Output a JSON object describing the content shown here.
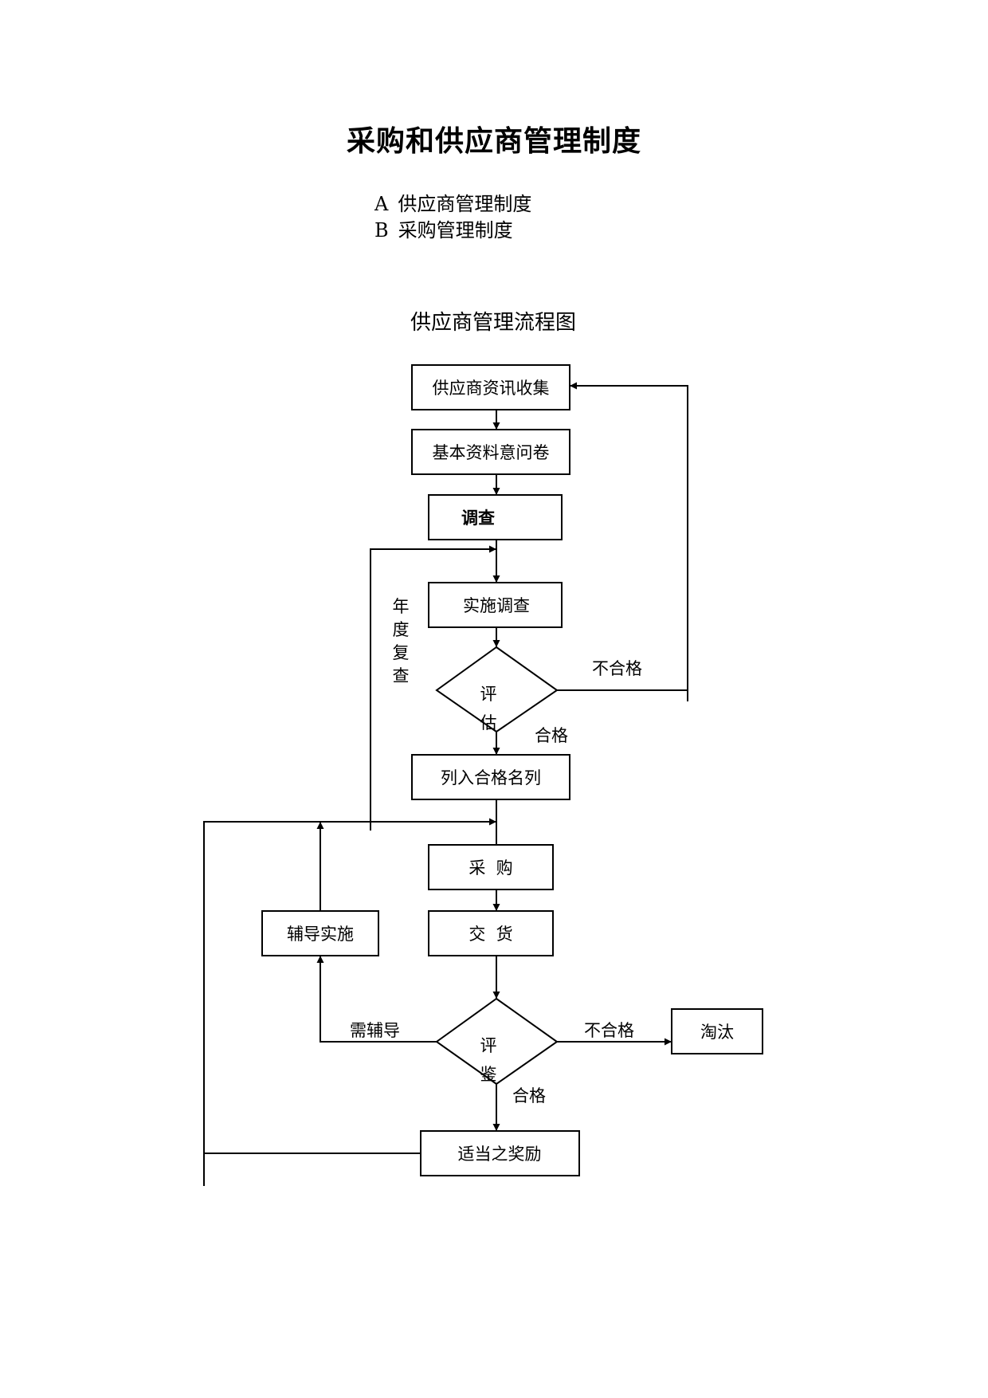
{
  "document": {
    "title": "采购和供应商管理制度",
    "toc": [
      {
        "letter": "A",
        "text": "供应商管理制度"
      },
      {
        "letter": "B",
        "text": "采购管理制度"
      }
    ]
  },
  "flowchart": {
    "title": "供应商管理流程图",
    "nodes": {
      "collect": "供应商资讯收集",
      "questionnaire": "基本资料意问卷",
      "survey": "调查",
      "implement": "实施调查",
      "evaluate_1": "评",
      "evaluate_2": "估",
      "qualified_list": "列入合格名列",
      "purchase": "采  购",
      "delivery": "交  货",
      "appraise_1": "评",
      "appraise_2": "鉴",
      "reward": "适当之奖励",
      "coaching": "辅导实施",
      "eliminate": "淘汰"
    },
    "edge_labels": {
      "annual_review_1": "年",
      "annual_review_2": "度",
      "annual_review_3": "复",
      "annual_review_4": "查",
      "fail_top": "不合格",
      "pass_top": "合格",
      "need_coaching": "需辅导",
      "fail_bottom": "不合格",
      "pass_bottom": "合格"
    }
  }
}
